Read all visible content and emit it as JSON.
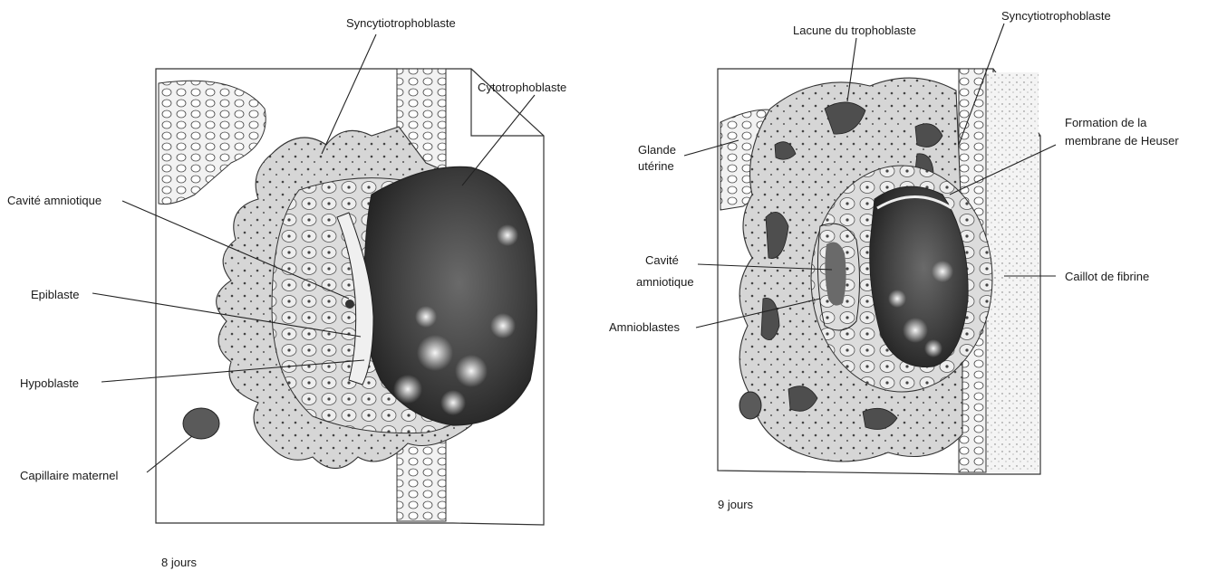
{
  "left_panel": {
    "caption": "8 jours",
    "labels": {
      "syncytiotrophoblaste": "Syncytiotrophoblaste",
      "cytotrophoblaste": "Cytotrophoblaste",
      "cavite_amniotique": "Cavité amniotique",
      "epiblaste": "Epiblaste",
      "hypoblaste": "Hypoblaste",
      "capillaire_maternel": "Capillaire maternel"
    }
  },
  "right_panel": {
    "caption": "9 jours",
    "labels": {
      "lacune": "Lacune du trophoblaste",
      "syncytiotrophoblaste": "Syncytiotrophoblaste",
      "glande_line1": "Glande",
      "glande_line2": "utérine",
      "heuser_line1": "Formation de la",
      "heuser_line2": "membrane de Heuser",
      "cavite_line1": "Cavité",
      "cavite_line2": "amniotique",
      "caillot": "Caillot de fibrine",
      "amnioblastes": "Amnioblastes"
    }
  },
  "colors": {
    "tissue": "#d9d9d9",
    "cavity_dark": "#4a4a4a",
    "line": "#222222",
    "capillary": "#555555"
  }
}
